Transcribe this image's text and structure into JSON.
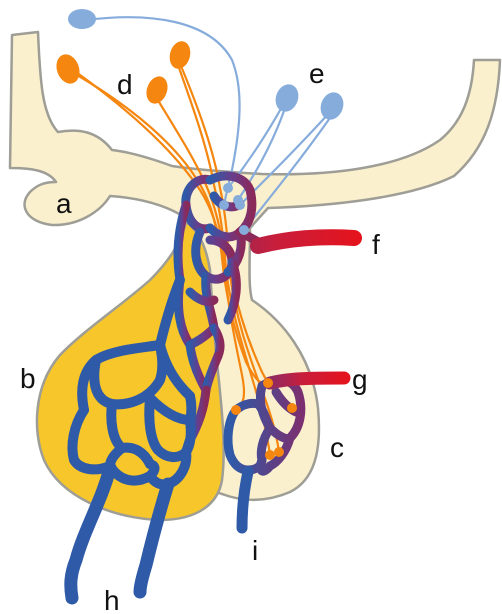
{
  "labels": {
    "a": "a",
    "b": "b",
    "c": "c",
    "d": "d",
    "e": "e",
    "f": "f",
    "g": "g",
    "h": "h",
    "i": "i"
  },
  "colors": {
    "background": "#ffffff",
    "tissue_fill": "#fbf0cd",
    "tissue_outline": "#9e9e96",
    "gland_fill": "#f7c62a",
    "vein_blue": "#2e5aa8",
    "artery_red": "#e3141e",
    "neuron_orange": "#f5860f",
    "neuron_blue": "#86acdc"
  }
}
